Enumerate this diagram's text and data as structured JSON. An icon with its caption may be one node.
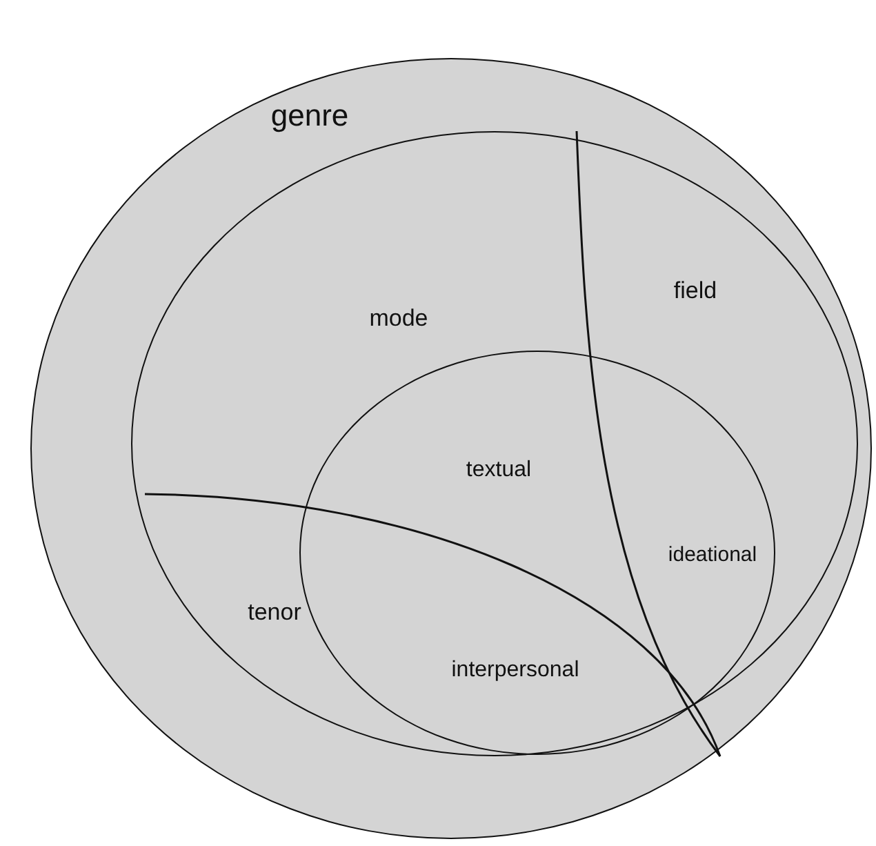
{
  "diagram": {
    "nodes": [
      {
        "text": [
          "genre"
        ]
      },
      {
        "text": [
          "mode",
          "field",
          "tenor"
        ],
        "in": 0
      },
      {
        "text": [
          "textual",
          "ideational",
          "interpersonal"
        ],
        "in": 1
      }
    ]
  }
}
